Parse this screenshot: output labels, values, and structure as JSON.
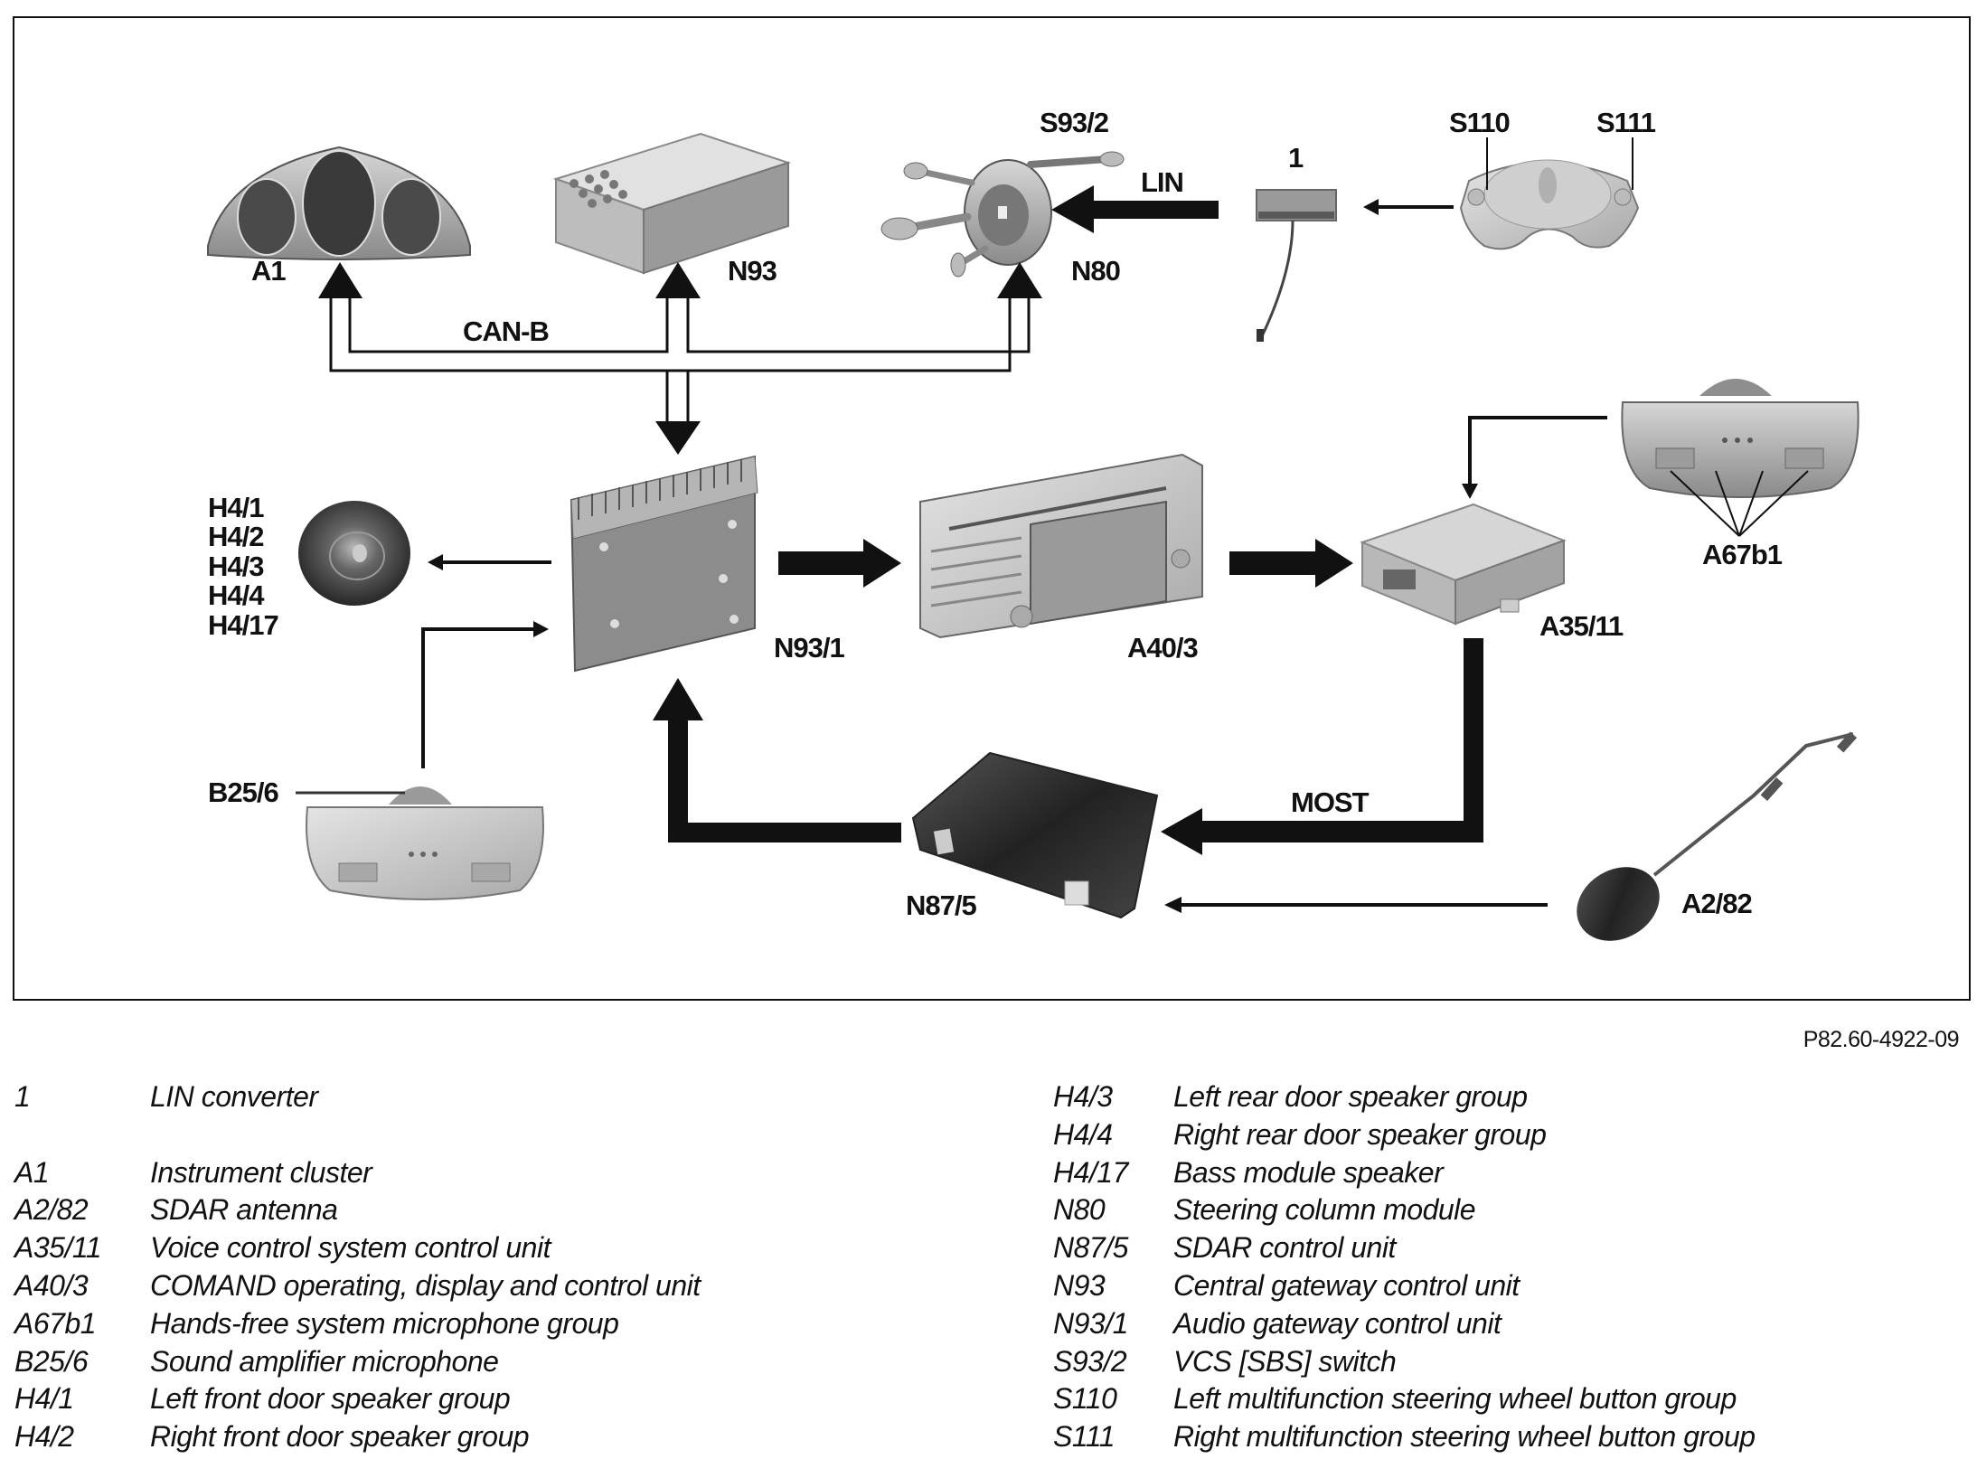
{
  "diagram": {
    "title_ref": "P82.60-4922-09",
    "components": [
      {
        "id": "A1",
        "label": "A1",
        "icon": "instrument-cluster"
      },
      {
        "id": "N93",
        "label": "N93",
        "icon": "gateway-box"
      },
      {
        "id": "S93/2",
        "label": "S93/2",
        "icon": "steering-column-switch"
      },
      {
        "id": "N80",
        "label": "N80",
        "icon": "steering-column-module"
      },
      {
        "id": "1",
        "label": "1",
        "icon": "lin-converter"
      },
      {
        "id": "S110",
        "label": "S110",
        "icon": "steering-wheel"
      },
      {
        "id": "S111",
        "label": "S111",
        "icon": "steering-wheel"
      },
      {
        "id": "H4",
        "labels": [
          "H4/1",
          "H4/2",
          "H4/3",
          "H4/4",
          "H4/17"
        ],
        "icon": "speaker"
      },
      {
        "id": "N93/1",
        "label": "N93/1",
        "icon": "audio-gateway-unit"
      },
      {
        "id": "A40/3",
        "label": "A40/3",
        "icon": "comand-head-unit"
      },
      {
        "id": "A35/11",
        "label": "A35/11",
        "icon": "voice-control-unit"
      },
      {
        "id": "A67b1",
        "label": "A67b1",
        "icon": "overhead-microphone-console"
      },
      {
        "id": "B25/6",
        "label": "B25/6",
        "icon": "overhead-microphone-console"
      },
      {
        "id": "N87/5",
        "label": "N87/5",
        "icon": "sdar-control-unit"
      },
      {
        "id": "A2/82",
        "label": "A2/82",
        "icon": "sdar-antenna"
      }
    ],
    "bus_labels": {
      "can_b": "CAN-B",
      "lin": "LIN",
      "most": "MOST"
    },
    "connections": [
      {
        "from": "N93/1",
        "to": [
          "A1",
          "N93",
          "N80"
        ],
        "bus": "CAN-B",
        "style": "double-outline",
        "bidirectional": true
      },
      {
        "from": "1",
        "to": "N80",
        "bus": "LIN",
        "style": "thick"
      },
      {
        "from": "S110/S111",
        "to": "1",
        "style": "thin"
      },
      {
        "from": "N93/1",
        "to": "H4",
        "style": "thin"
      },
      {
        "from": "B25/6",
        "to": "N93/1",
        "style": "thin"
      },
      {
        "from": "N93/1",
        "to": "A40/3",
        "style": "thick"
      },
      {
        "from": "A40/3",
        "to": "A35/11",
        "style": "thick"
      },
      {
        "from": "A67b1",
        "to": "A35/11",
        "style": "thin"
      },
      {
        "from": "A35/11",
        "to": "N87/5",
        "bus": "MOST",
        "style": "thick"
      },
      {
        "from": "N87/5",
        "to": "N93/1",
        "style": "thick"
      },
      {
        "from": "A2/82",
        "to": "N87/5",
        "style": "thin"
      }
    ]
  },
  "legend": {
    "left": [
      {
        "code": "1",
        "desc": "LIN converter"
      },
      {
        "gap": true
      },
      {
        "code": "A1",
        "desc": "Instrument cluster"
      },
      {
        "code": "A2/82",
        "desc": "SDAR antenna"
      },
      {
        "code": "A35/11",
        "desc": "Voice control system control unit"
      },
      {
        "code": "A40/3",
        "desc": "COMAND operating, display and control unit"
      },
      {
        "code": "A67b1",
        "desc": "Hands-free system microphone group"
      },
      {
        "code": "B25/6",
        "desc": "Sound amplifier microphone"
      },
      {
        "code": "H4/1",
        "desc": "Left front door speaker group"
      },
      {
        "code": "H4/2",
        "desc": "Right front door speaker group"
      }
    ],
    "right": [
      {
        "code": "H4/3",
        "desc": "Left rear door speaker group"
      },
      {
        "code": "H4/4",
        "desc": "Right rear door speaker group"
      },
      {
        "code": "H4/17",
        "desc": "Bass module speaker"
      },
      {
        "code": "N80",
        "desc": "Steering column module"
      },
      {
        "code": "N87/5",
        "desc": "SDAR control unit"
      },
      {
        "code": "N93",
        "desc": "Central gateway control unit"
      },
      {
        "code": "N93/1",
        "desc": "Audio gateway control unit"
      },
      {
        "code": "S93/2",
        "desc": "VCS [SBS] switch"
      },
      {
        "code": "S110",
        "desc": "Left multifunction steering wheel button group"
      },
      {
        "code": "S111",
        "desc": "Right multifunction steering wheel button group"
      }
    ]
  }
}
